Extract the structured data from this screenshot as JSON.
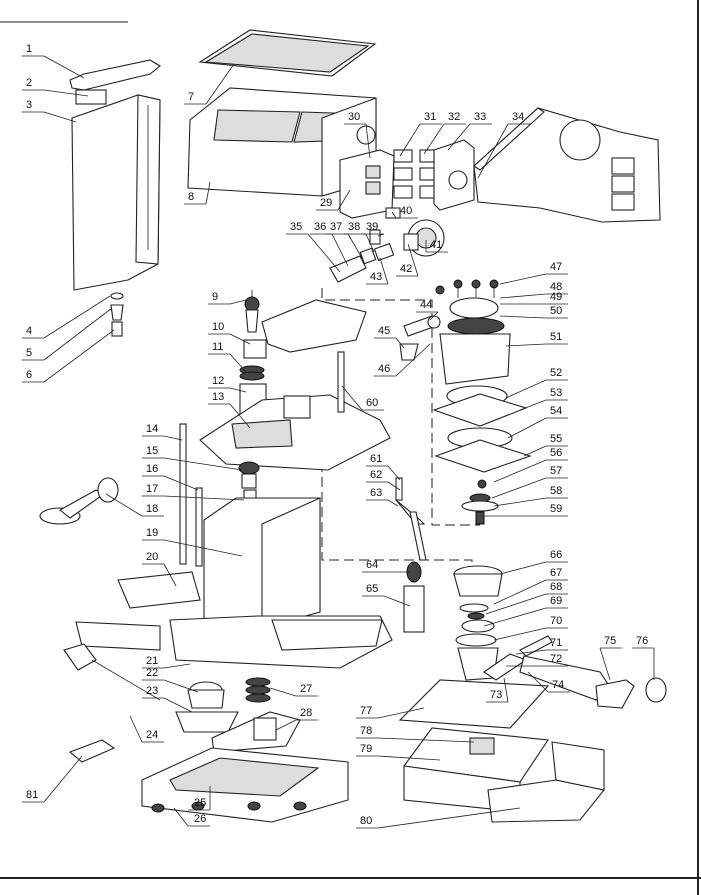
{
  "labels": [
    "1",
    "2",
    "3",
    "4",
    "5",
    "6",
    "7",
    "8",
    "9",
    "10",
    "11",
    "12",
    "13",
    "14",
    "15",
    "16",
    "17",
    "18",
    "19",
    "20",
    "21",
    "22",
    "23",
    "24",
    "25",
    "26",
    "27",
    "28",
    "29",
    "30",
    "31",
    "32",
    "33",
    "34",
    "35",
    "36",
    "37",
    "38",
    "39",
    "40",
    "41",
    "42",
    "43",
    "44",
    "45",
    "46",
    "47",
    "48",
    "49",
    "50",
    "51",
    "52",
    "53",
    "54",
    "55",
    "56",
    "57",
    "58",
    "59",
    "60",
    "61",
    "62",
    "63",
    "64",
    "65",
    "66",
    "67",
    "68",
    "69",
    "70",
    "71",
    "72",
    "73",
    "74",
    "75",
    "76",
    "77",
    "78",
    "79",
    "80",
    "81"
  ]
}
